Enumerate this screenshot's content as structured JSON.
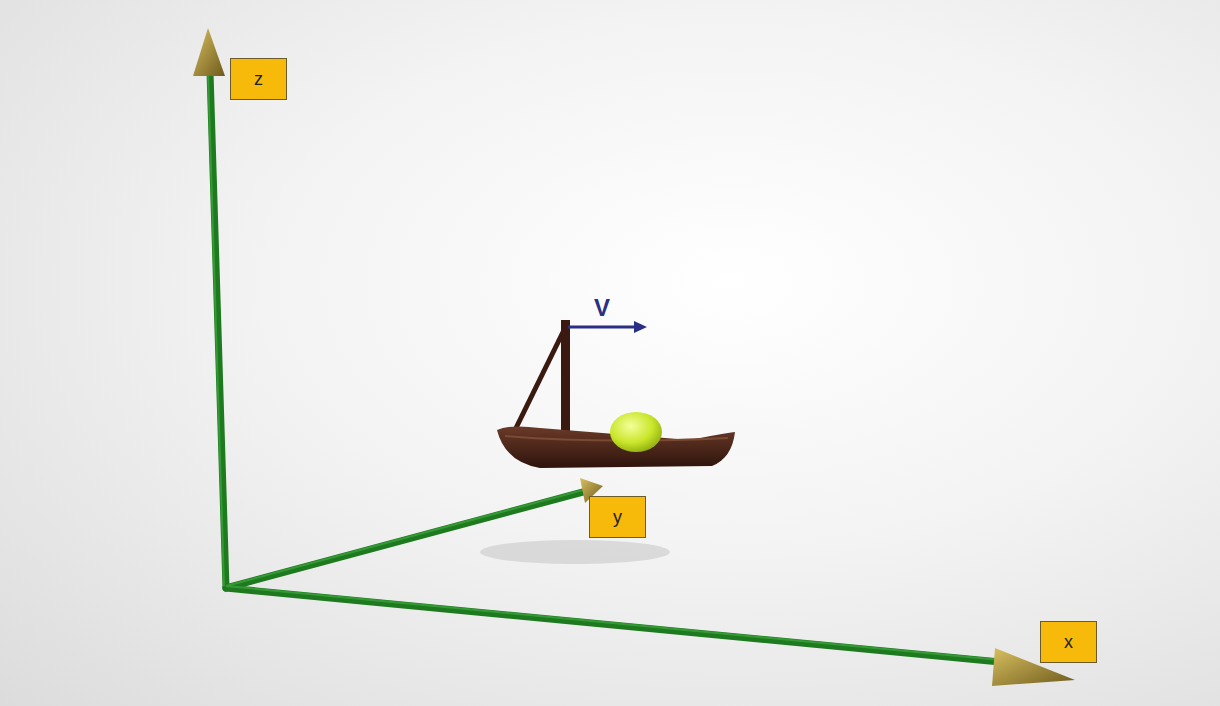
{
  "diagram": {
    "nodes": [
      {
        "text": [
          "z"
        ]
      },
      {
        "text": [
          "y"
        ]
      },
      {
        "text": [
          "x"
        ]
      }
    ],
    "labels": [
      "V"
    ]
  }
}
